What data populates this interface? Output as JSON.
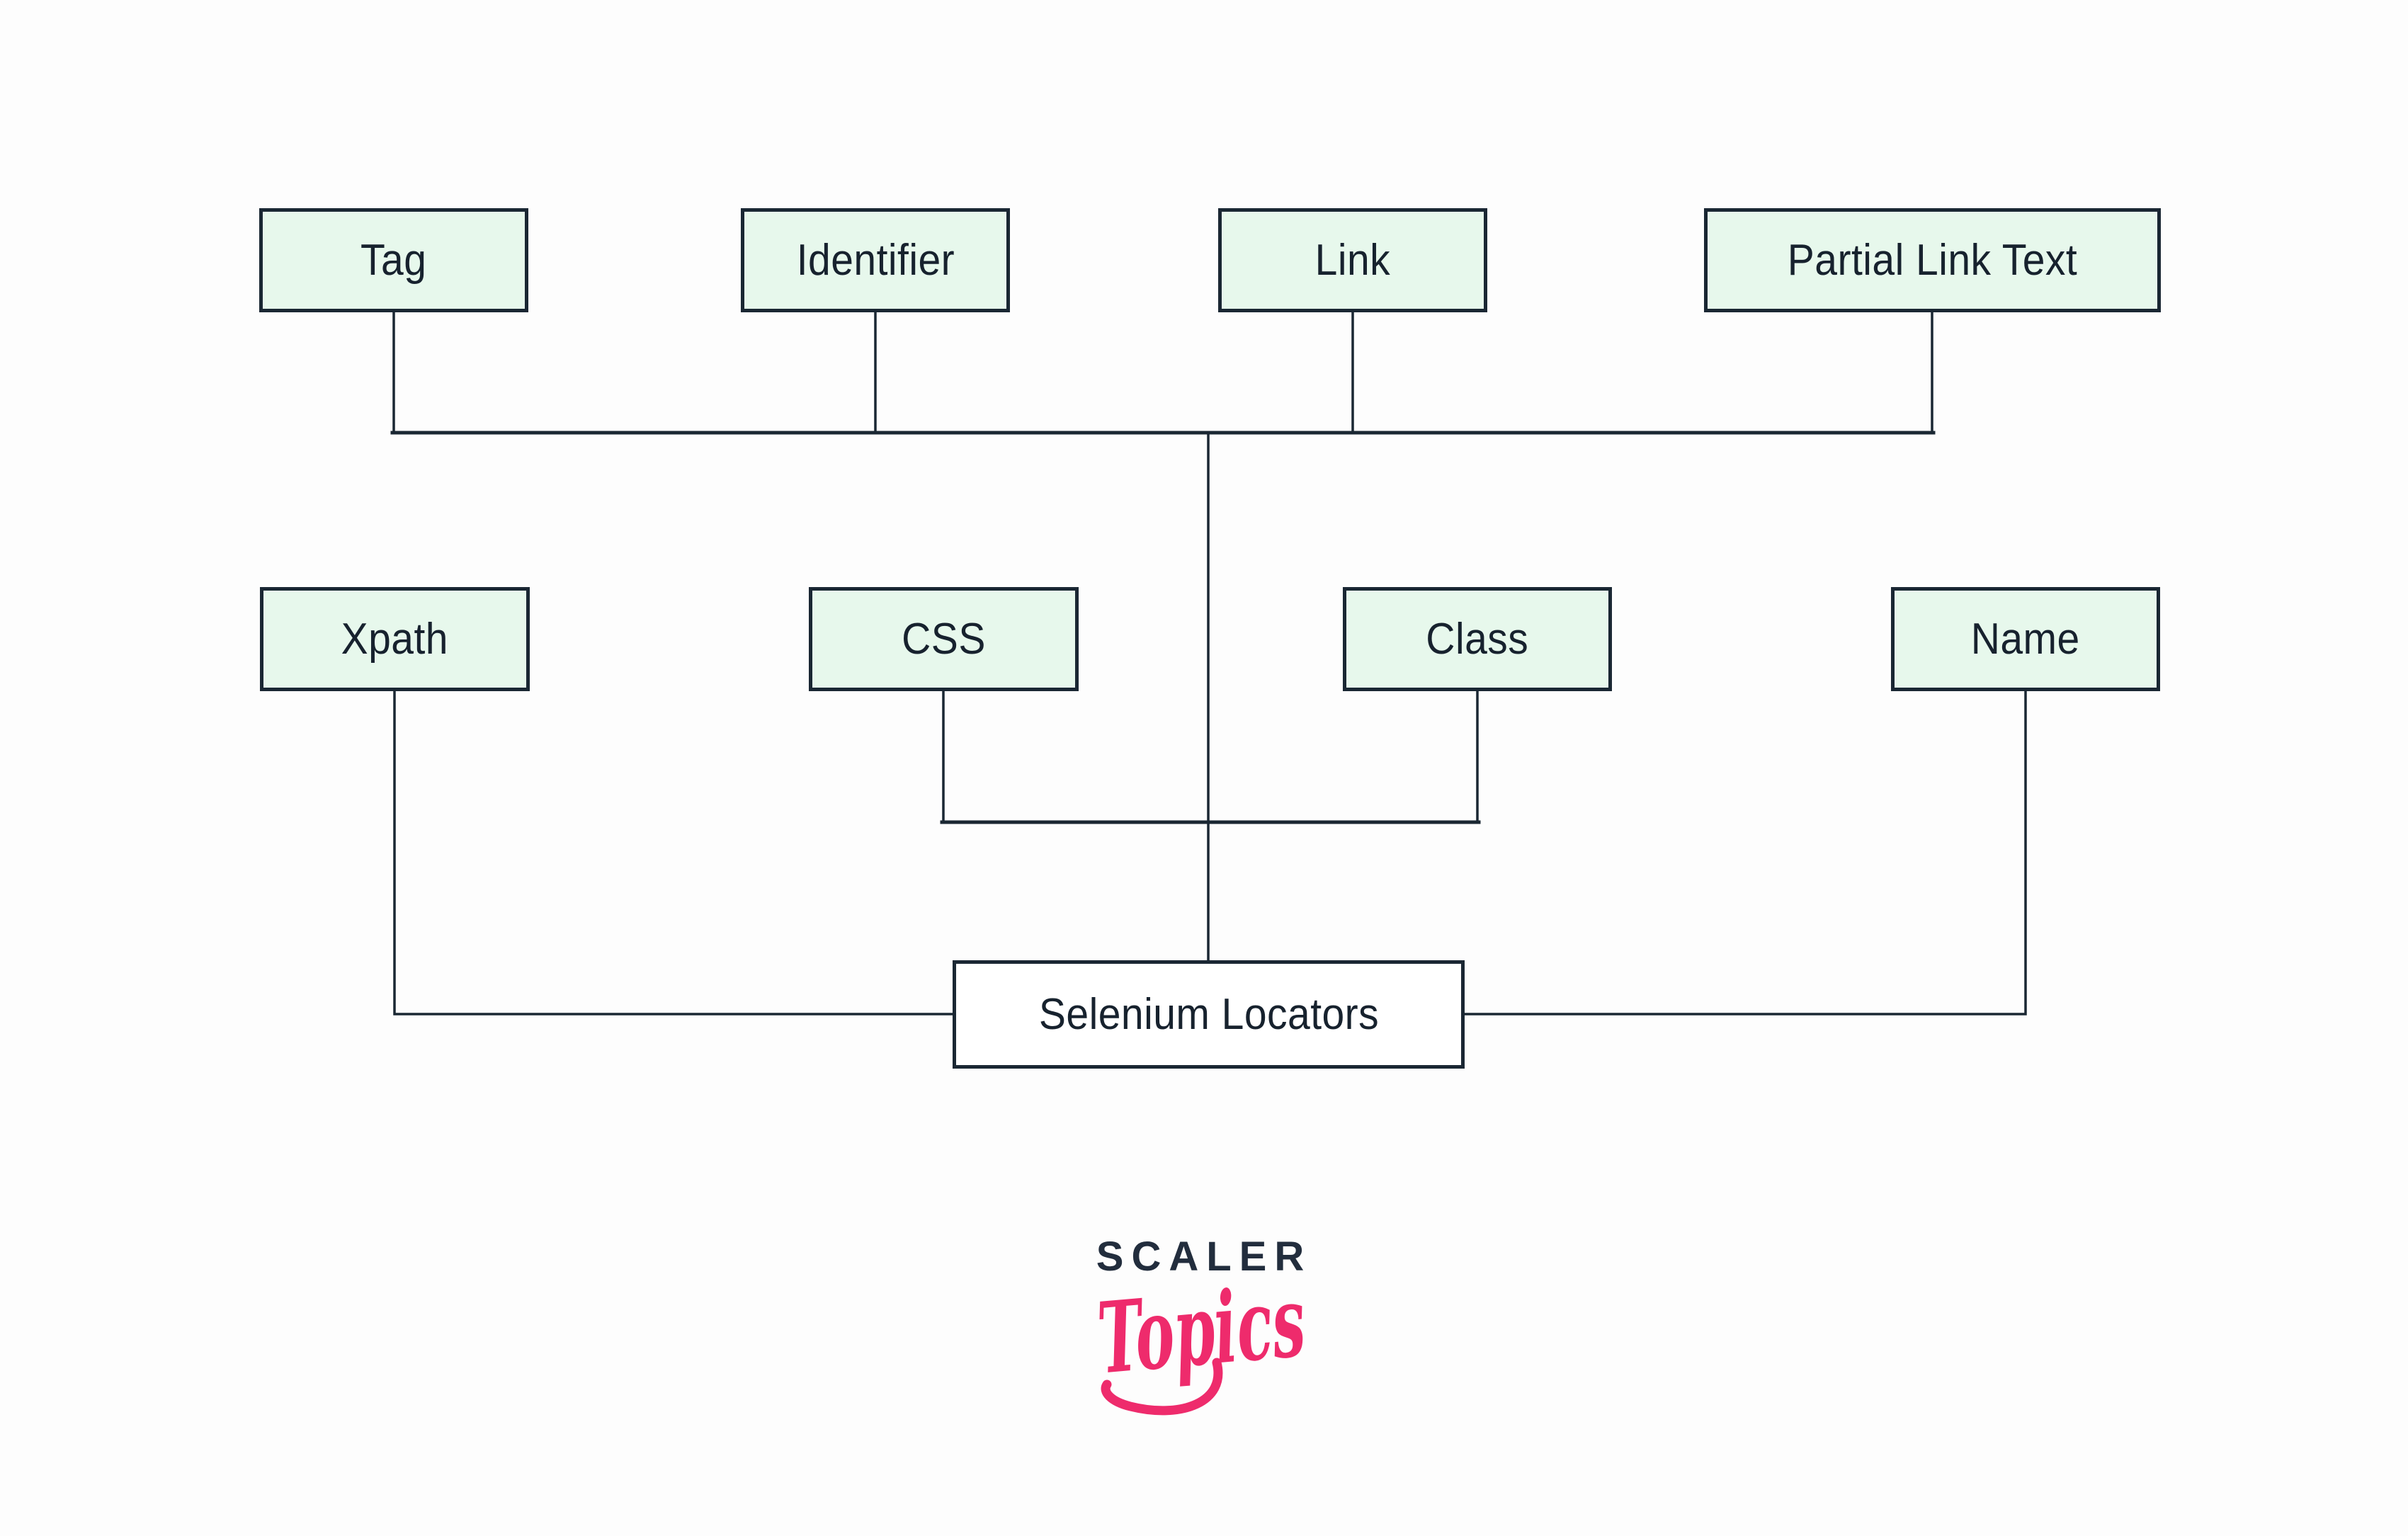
{
  "diagram": {
    "root": {
      "label": "Selenium Locators"
    },
    "top_row": [
      {
        "label": "Tag"
      },
      {
        "label": "Identifier"
      },
      {
        "label": "Link"
      },
      {
        "label": "Partial Link Text"
      }
    ],
    "middle_row": [
      {
        "label": "Xpath"
      },
      {
        "label": "CSS"
      },
      {
        "label": "Class"
      },
      {
        "label": "Name"
      }
    ]
  },
  "logo": {
    "brand": "SCALER",
    "sub": "Topics"
  },
  "colors": {
    "background": "#fdfdfd",
    "node_fill": "#e7f8ec",
    "node_border": "#1a2733",
    "line": "#1a2733",
    "text": "#17222e",
    "root_fill": "#ffffff",
    "logo_navy": "#222d3d",
    "logo_pink": "#ee2b6c"
  }
}
